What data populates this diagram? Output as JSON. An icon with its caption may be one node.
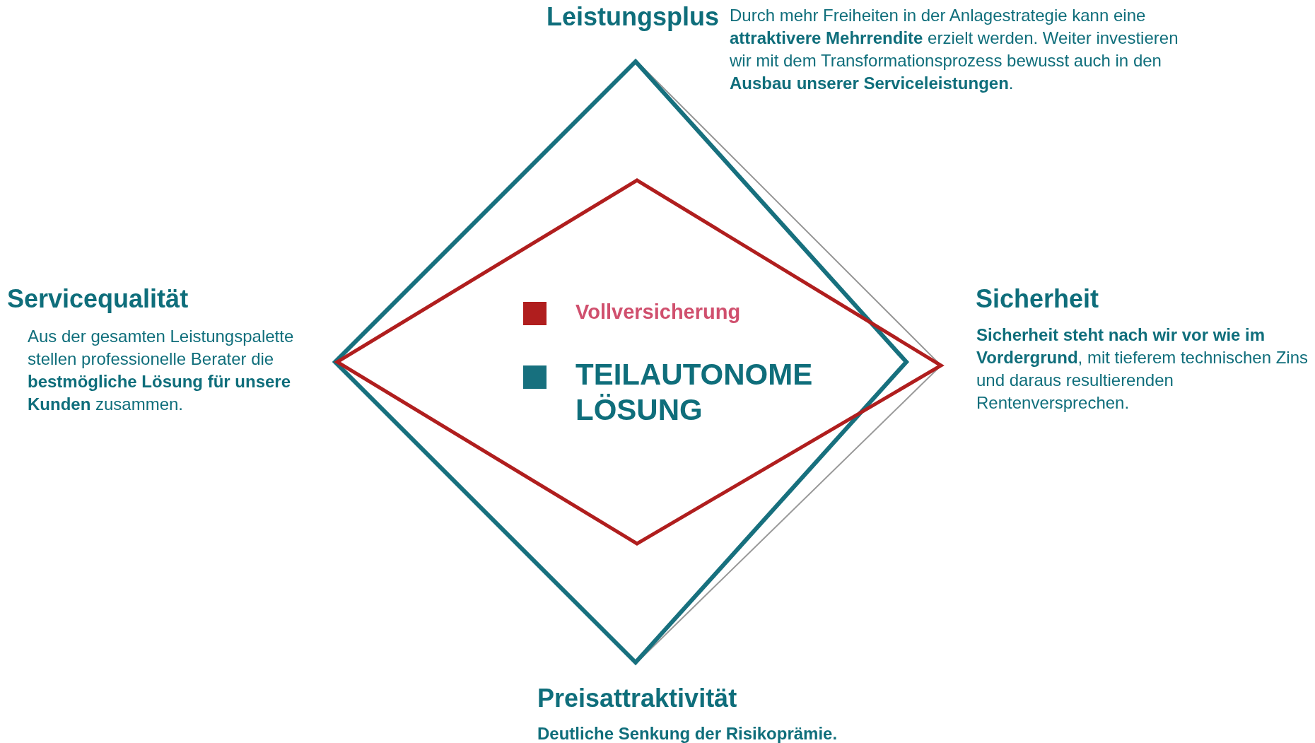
{
  "diagram": {
    "labels": [
      "Leistungsplus",
      "Durch mehr Freiheiten in der Anlagestrategie kann eine **attraktivere Mehrrendite** erzielt werden. Weiter investieren wir mit dem Transformationsprozess bewusst auch in den **Ausbau unserer Serviceleistungen**.",
      "Servicequalität",
      "Aus der gesamten Leistungspalette stellen professionelle Berater die **bestmögliche Lösung für unsere Kunden** zusammen.",
      "Sicherheit",
      "**Sicherheit steht nach wir vor wie im Vordergrund**, mit tieferem technischen Zins und daraus resultierenden Rentenversprechen.",
      "Preisattraktivität",
      "Deutliche Senkung der Risikoprämie."
    ],
    "legend": [
      {
        "text": "Vollversicherung",
        "color": "#b01e1e"
      },
      {
        "text": "TEILAUTONOME LÖSUNG",
        "color": "#17707e"
      }
    ]
  }
}
